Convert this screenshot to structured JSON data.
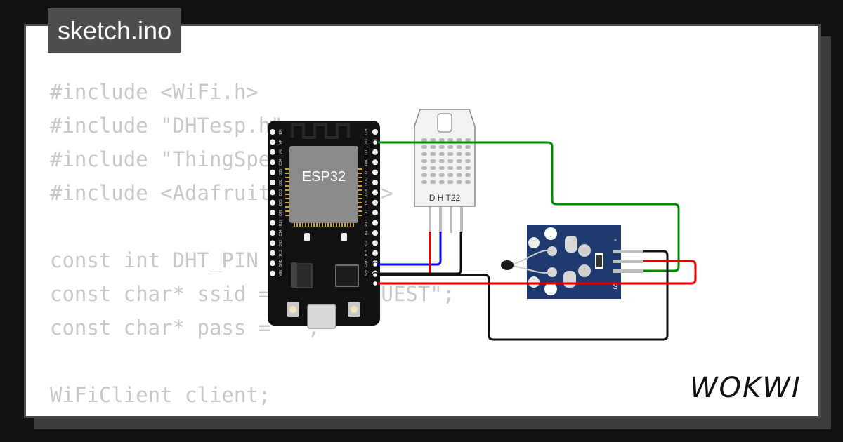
{
  "tab": {
    "title": "sketch.ino"
  },
  "code_lines": [
    "#include <WiFi.h>",
    "#include \"DHTesp.h\"",
    "#include \"ThingSpeak.h\"",
    "#include <Adafruit_Sensor.h>",
    "",
    "const int DHT_PIN = 15;",
    "const char* ssid = \"Wokwi-GUEST\";",
    "const char* pass = \"\";",
    "",
    "WiFiClient client;"
  ],
  "esp32": {
    "label": "ESP32",
    "left_pins": [
      "EN",
      "VP",
      "VN",
      "D34",
      "D35",
      "D32",
      "D33",
      "D25",
      "D26",
      "D27",
      "D14",
      "D12",
      "D13",
      "GND",
      "VIN"
    ],
    "right_pins": [
      "D23",
      "D22",
      "TX0",
      "RX0",
      "D21",
      "D19",
      "D18",
      "D5",
      "TX2",
      "RX2",
      "D4",
      "D2",
      "D15",
      "GND",
      "3V3"
    ]
  },
  "dht22": {
    "label": "D H T22"
  },
  "ntc_module": {
    "marks": [
      "-",
      "S"
    ]
  },
  "wire_colors": {
    "data": "#0a0af0",
    "power": "#e00000",
    "ground": "#111111",
    "sensor": "#008a00"
  },
  "brand": {
    "name": "WOKWI"
  }
}
